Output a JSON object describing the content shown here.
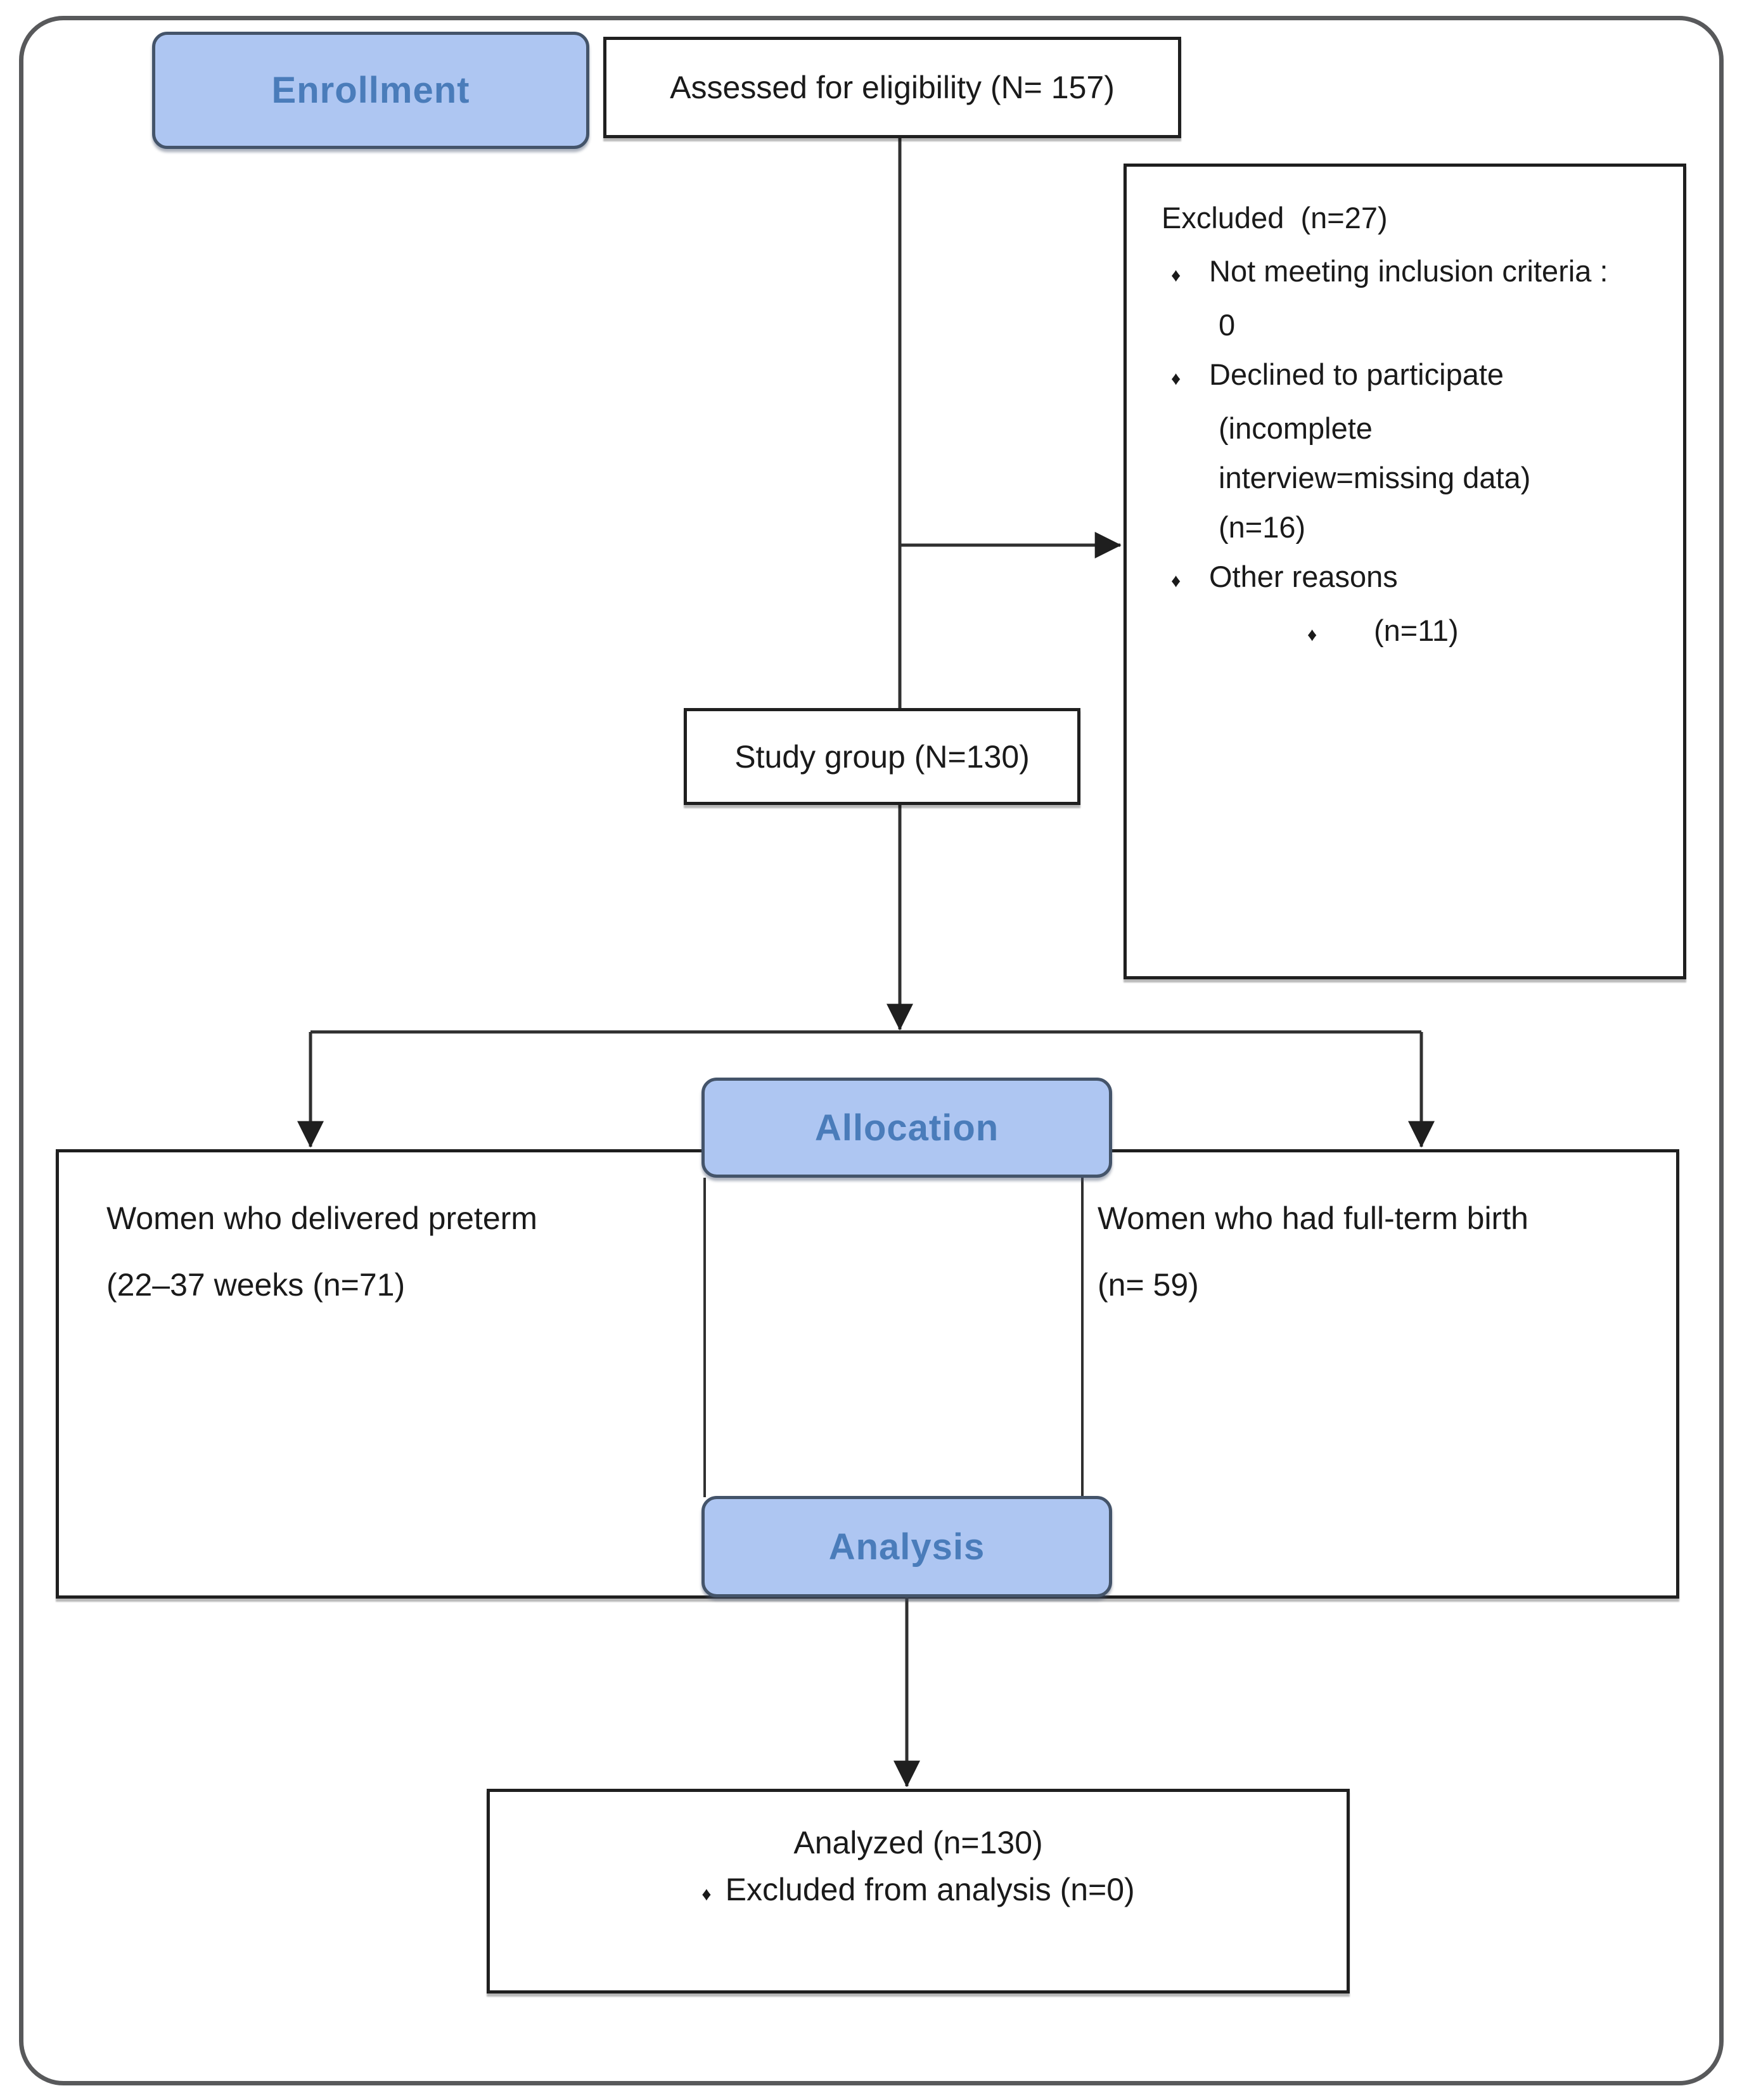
{
  "figure": {
    "type": "consort-flow-diagram",
    "stages": [
      "Enrollment",
      "Allocation",
      "Analysis"
    ]
  },
  "enrollment": {
    "label": "Enrollment"
  },
  "assessed": {
    "label": "Assessed for eligibility (N= 157)"
  },
  "excluded": {
    "title": "Excluded  (n=27)",
    "bullet_glyph": "♦",
    "item1_line1": "Not meeting inclusion criteria :",
    "item1_line2": "0",
    "item2_line1": "Declined to participate",
    "item2_line2": "(incomplete",
    "item2_line3": "interview=missing data)",
    "item2_line4": "(n=16)",
    "item3": "Other reasons",
    "item4": "(n=11)"
  },
  "study_group": {
    "label": "Study group (N=130)"
  },
  "allocation": {
    "label": "Allocation"
  },
  "groups": {
    "preterm_line1": "Women who delivered preterm",
    "preterm_line2": "(22–37 weeks (n=71)",
    "fullterm_line1": "Women who had full-term birth",
    "fullterm_line2": "(n= 59)"
  },
  "analysis": {
    "label": "Analysis"
  },
  "analyzed": {
    "line1": "Analyzed (n=130)",
    "bullet_glyph": "♦",
    "line2": "Excluded from analysis (n=0)"
  },
  "colors": {
    "stage_band_fill": "#AEC6F2",
    "stage_band_border": "#44546A",
    "stage_band_text": "#4A7CBA",
    "box_border": "#1F1F1F",
    "outer_border": "#58595B",
    "connector": "#303030"
  }
}
